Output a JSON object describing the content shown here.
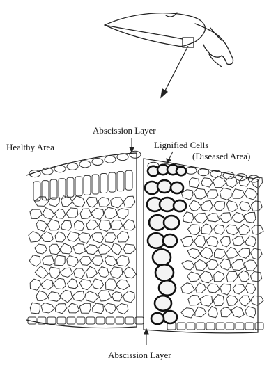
{
  "labels": {
    "abscission_layer_top": "Abscission Layer",
    "healthy_area": "Healthy Area",
    "lignified_cells": "Lignified Cells",
    "diseased_area": "(Diseased Area)",
    "abscission_layer_bottom": "Abscission Layer"
  },
  "icons": {
    "leaf": "leaf-outline-icon",
    "arrow": "pointer-arrow-icon"
  }
}
